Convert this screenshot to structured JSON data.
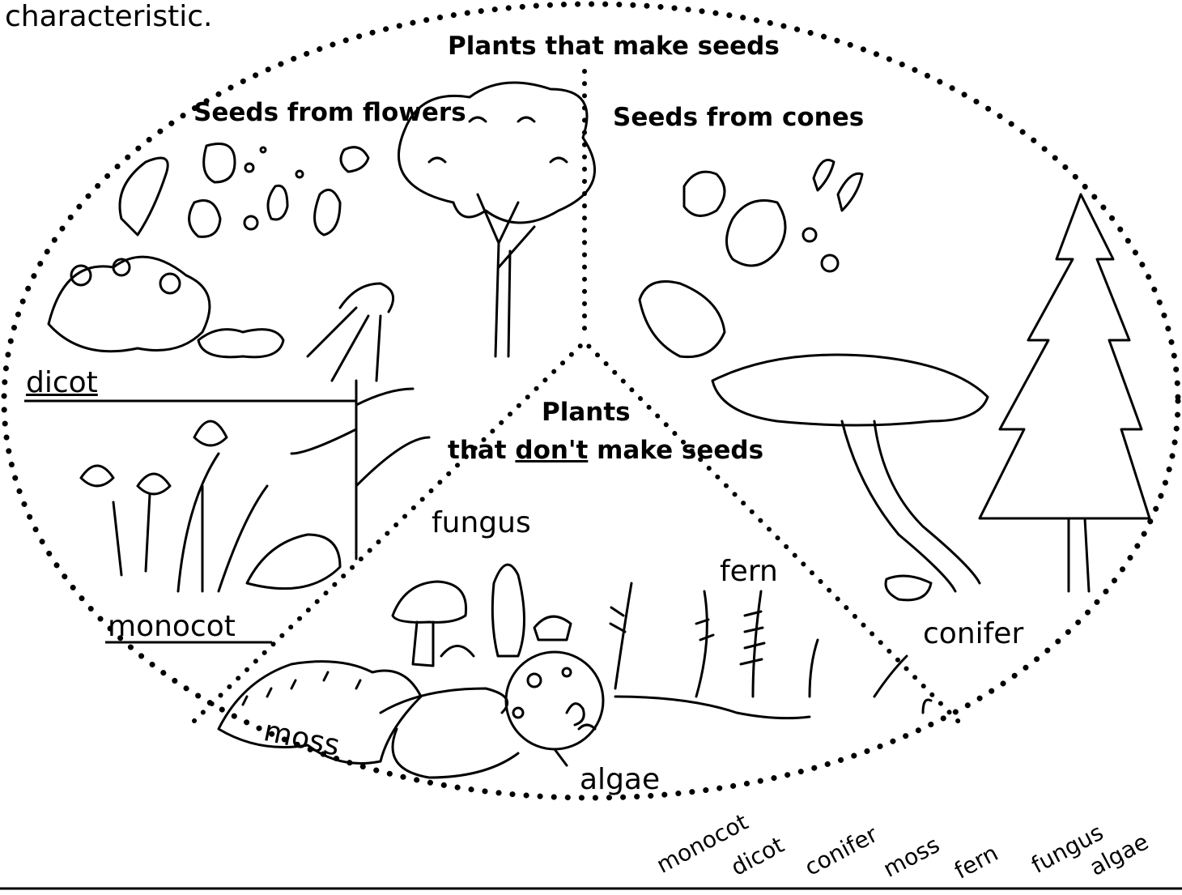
{
  "intro_text": "characteristic.",
  "sections": {
    "seed_plants": "Plants that make seeds",
    "flowers": "Seeds from flowers",
    "cones": "Seeds from cones",
    "nonseed_line1": "Plants",
    "nonseed_line2_pre": "that ",
    "nonseed_line2_underlined": "don't",
    "nonseed_line2_post": " make seeds"
  },
  "labels": {
    "dicot": "dicot",
    "monocot": "monocot",
    "conifer": "conifer",
    "fungus": "fungus",
    "fern": "fern",
    "moss": "moss",
    "algae": "algae"
  },
  "word_bank": [
    "monocot",
    "dicot",
    "conifer",
    "moss",
    "fern",
    "fungus",
    "algae"
  ],
  "colors": {
    "ink": "#000000",
    "paper": "#ffffff"
  }
}
